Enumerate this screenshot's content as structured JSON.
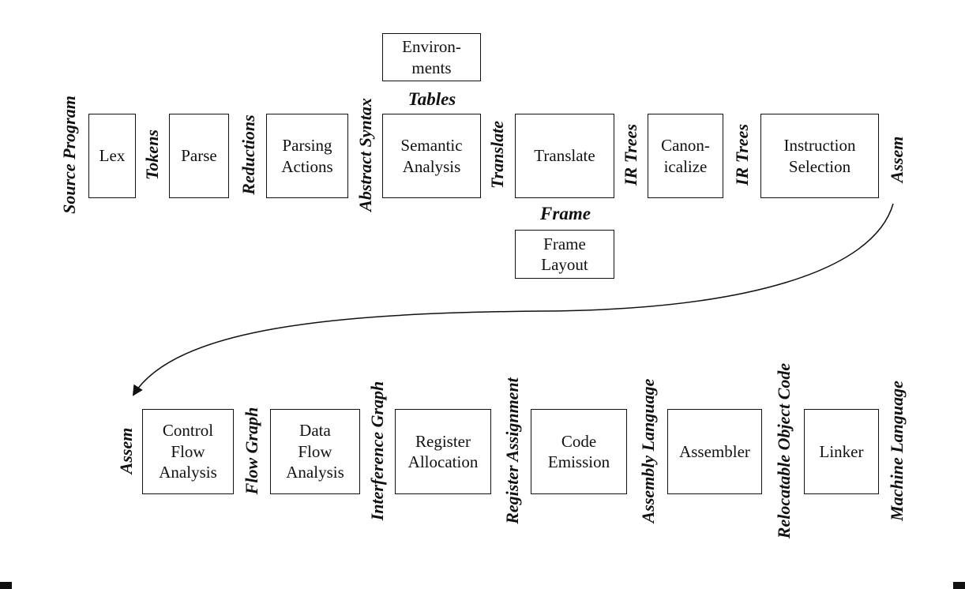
{
  "colors": {
    "ink": "#111111",
    "background": "#ffffff"
  },
  "top_row": {
    "boxes": [
      {
        "lines": [
          "Lex"
        ]
      },
      {
        "lines": [
          "Parse"
        ]
      },
      {
        "lines": [
          "Parsing",
          "Actions"
        ]
      },
      {
        "lines": [
          "Semantic",
          "Analysis"
        ]
      },
      {
        "lines": [
          "Translate"
        ]
      },
      {
        "lines": [
          "Canon-",
          "icalize"
        ]
      },
      {
        "lines": [
          "Instruction",
          "Selection"
        ]
      }
    ],
    "edge_labels": [
      "Source Program",
      "Tokens",
      "Reductions",
      "Abstract Syntax",
      "Translate",
      "IR Trees",
      "IR Trees",
      "Assem"
    ]
  },
  "aux": {
    "environments_box": {
      "lines": [
        "Environ-",
        "ments"
      ]
    },
    "tables_label": "Tables",
    "frame_label": "Frame",
    "frame_layout_box": {
      "lines": [
        "Frame",
        "Layout"
      ]
    }
  },
  "bottom_row": {
    "boxes": [
      {
        "lines": [
          "Control",
          "Flow",
          "Analysis"
        ]
      },
      {
        "lines": [
          "Data",
          "Flow",
          "Analysis"
        ]
      },
      {
        "lines": [
          "Register",
          "Allocation"
        ]
      },
      {
        "lines": [
          "Code",
          "Emission"
        ]
      },
      {
        "lines": [
          "Assembler"
        ]
      },
      {
        "lines": [
          "Linker"
        ]
      }
    ],
    "edge_labels": [
      "Assem",
      "Flow Graph",
      "Interference Graph",
      "Register Assignment",
      "Assembly Language",
      "Relocatable Object Code",
      "Machine Language"
    ]
  }
}
